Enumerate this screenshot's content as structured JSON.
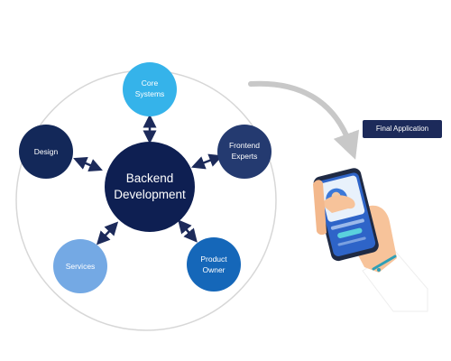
{
  "diagram": {
    "center_node": {
      "line1": "Backend",
      "line2": "Development",
      "color": "#0e1f52"
    },
    "nodes": [
      {
        "id": "core-systems",
        "line1": "Core",
        "line2": "Systems",
        "color": "#35b3ea",
        "text_color": "#ffffff"
      },
      {
        "id": "frontend-experts",
        "line1": "Frontend",
        "line2": "Experts",
        "color": "#243a70",
        "text_color": "#ffffff"
      },
      {
        "id": "product-owner",
        "line1": "Product",
        "line2": "Owner",
        "color": "#1567b9",
        "text_color": "#ffffff"
      },
      {
        "id": "services",
        "line1": "Services",
        "line2": "",
        "color": "#74a9e4",
        "text_color": "#ffffff"
      },
      {
        "id": "design",
        "line1": "Design",
        "line2": "",
        "color": "#132859",
        "text_color": "#ffffff"
      }
    ],
    "outer_circle_color": "#d7d7d7",
    "arrow_color": "#1c2a5a",
    "flow_arrow_color": "#c8c8c8"
  },
  "final_application": {
    "label": "Final Application",
    "color": "#1c2a5a"
  },
  "phone": {
    "screen_color": "#2e64c8",
    "card_color": "#e8f1fb",
    "skin_color": "#f7c39a",
    "sleeve_color": "#ffffff",
    "bracelet_color": "#2f9fb6"
  }
}
